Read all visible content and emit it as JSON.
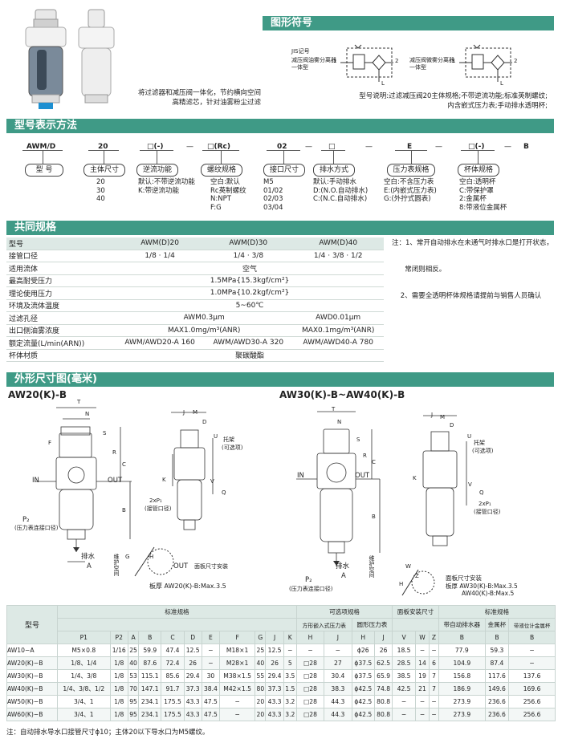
{
  "header": {
    "symbol_title": "图形符号",
    "jis_label": "JIS记号",
    "sym1_caption": "减压阀油雾分离器\n一体型",
    "sym2_caption": "减压阀微雾分离器\n一体型",
    "port1": "1",
    "port2": "2",
    "port_l": "L",
    "desc_lines": [
      "将过滤器和减压阀一体化，节约横向空间",
      "高精滤芯，针对油雾粉尘过滤"
    ],
    "model_note_lines": [
      "型号说明:过滤减压阀20主体规格;不带逆流功能;标准英制螺纹;",
      "内含嵌式压力表;手动排水透明杯;"
    ]
  },
  "model_code": {
    "title": "型号表示方法",
    "parts": [
      {
        "code": "AWM/D",
        "label": "型  号",
        "options": ""
      },
      {
        "code": "20",
        "label": "主体尺寸",
        "options": "20\n30\n40"
      },
      {
        "code": "□(-)",
        "label": "逆流功能",
        "options": "默认:不带逆流功能\nK:带逆流功能"
      },
      {
        "code": "□(Rc)",
        "label": "螺纹规格",
        "options": "空白:默认\nRc英制螺纹\nN:NPT\nF:G"
      },
      {
        "code": "02",
        "label": "接口尺寸",
        "options": "M5\n01/02\n02/03\n03/04"
      },
      {
        "code": "□",
        "label": "排水方式",
        "options": "默认:手动排水\nD:(N.O.自动排水)\nC:(N.C.自动排水)"
      },
      {
        "code": "E",
        "label": "压力表规格",
        "options": "空白:不含压力表\nE:(内嵌式压力表)\nG:(外拧式圆表)"
      },
      {
        "code": "□(-)",
        "label": "杯体规格",
        "options": "空白:透明杯\nC:带保护罩\n2:金属杯\n8:带液位金属杯"
      },
      {
        "code": "B",
        "label": "",
        "options": ""
      }
    ],
    "dash": "—"
  },
  "spec": {
    "title": "共同规格",
    "header": [
      "型号",
      "AWM(D)20",
      "AWM(D)30",
      "AWM(D)40"
    ],
    "rows": [
      {
        "label": "接管口径",
        "cells": [
          "1/8 · 1/4",
          "1/4 · 3/8",
          "1/4 · 3/8 · 1/2"
        ]
      },
      {
        "label": "适用流体",
        "span": "空气"
      },
      {
        "label": "最高耐受压力",
        "span": "1.5MPa{15.3kgf/cm²}"
      },
      {
        "label": "理论使用压力",
        "span": "1.0MPa{10.2kgf/cm²}"
      },
      {
        "label": "环境及流体温度",
        "span": "5~60℃"
      },
      {
        "label": "过滤孔径",
        "two": [
          "AWM0.3μm",
          "AWD0.01μm"
        ]
      },
      {
        "label": "出口侧油雾浓度",
        "two": [
          "MAX1.0mg/m³(ANR)",
          "MAX0.1mg/m³(ANR)"
        ]
      },
      {
        "label": "额定流量(L/min(ARN))",
        "cells": [
          "AWM/AWD20-A   160",
          "AWM/AWD30-A   320",
          "AWM/AWD40-A   780"
        ]
      },
      {
        "label": "杯体材质",
        "span": "聚碳酸酯"
      }
    ],
    "notes": [
      "注：1、常开自动排水在未通气时排水口是打开状态，",
      "      常闭则相反。",
      "    2、需要全透明杯体规格请提前与销售人员确认"
    ]
  },
  "drawing": {
    "title": "外形尺寸图(毫米)",
    "left_title": "AW20(K)-B",
    "right_title": "AW30(K)-B~AW40(K)-B",
    "labels": {
      "t": "T",
      "n": "N",
      "s": "S",
      "f": "F",
      "r": "R",
      "c": "C",
      "b": "B",
      "in": "IN",
      "out": "OUT",
      "p2": "P₂",
      "p2_desc": "(压力表连接口径)",
      "drain": "排水",
      "a": "A",
      "j": "J",
      "m": "M",
      "d": "D",
      "u": "U",
      "bracket": "托架",
      "bracket_opt": "(可选项)",
      "k": "K",
      "v": "V",
      "q": "Q",
      "p1": "2xP₁",
      "p1_desc": "(接管口径)",
      "h": "H",
      "g": "G",
      "service": "维护空间",
      "panel": "面板尺寸安装",
      "left_note": "板厚  AW20(K)-B:Max.3.5",
      "right_note": [
        "面板尺寸安装",
        "板厚  AW30(K)-B:Max.3.5",
        "AW40(K)-B:Max.5"
      ],
      "w": "W",
      "z": "Z"
    }
  },
  "dim_table": {
    "groups": [
      "型号",
      "标准规格",
      "可选项规格",
      "面板安装尺寸",
      "标准规格"
    ],
    "sub_groups": [
      "方形嵌入式压力表",
      "圆形压力表",
      "带自动排水器",
      "金属杯",
      "带液位计金属杯"
    ],
    "columns": [
      "P1",
      "P2",
      "A",
      "B",
      "C",
      "D",
      "E",
      "F",
      "G",
      "J",
      "K",
      "H",
      "J",
      "H",
      "J",
      "V",
      "W",
      "Z",
      "B",
      "B",
      "B"
    ],
    "rows": [
      [
        "AW10−A",
        "M5×0.8",
        "1/16",
        "25",
        "59.9",
        "47.4",
        "12.5",
        "−",
        "M18×1",
        "25",
        "12.5",
        "−",
        "−",
        "−",
        "ϕ26",
        "26",
        "18.5",
        "−",
        "−",
        "77.9",
        "59.3",
        "−"
      ],
      [
        "AW20(K)−B",
        "1/8、1/4",
        "1/8",
        "40",
        "87.6",
        "72.4",
        "26",
        "−",
        "M28×1",
        "40",
        "26",
        "5",
        "□28",
        "27",
        "ϕ37.5",
        "62.5",
        "28.5",
        "14",
        "6",
        "104.9",
        "87.4",
        "−"
      ],
      [
        "AW30(K)−B",
        "1/4、3/8",
        "1/8",
        "53",
        "115.1",
        "85.6",
        "29.4",
        "30",
        "M38×1.5",
        "55",
        "29.4",
        "3.5",
        "□28",
        "30.4",
        "ϕ37.5",
        "65.9",
        "38.5",
        "19",
        "7",
        "156.8",
        "117.6",
        "137.6"
      ],
      [
        "AW40(K)−B",
        "1/4、3/8、1/2",
        "1/8",
        "70",
        "147.1",
        "91.7",
        "37.3",
        "38.4",
        "M42×1.5",
        "80",
        "37.3",
        "1.5",
        "□28",
        "38.3",
        "ϕ42.5",
        "74.8",
        "42.5",
        "21",
        "7",
        "186.9",
        "149.6",
        "169.6"
      ],
      [
        "AW50(K)−B",
        "3/4、1",
        "1/8",
        "95",
        "234.1",
        "175.5",
        "43.3",
        "47.5",
        "−",
        "20",
        "43.3",
        "3.2",
        "□28",
        "44.3",
        "ϕ42.5",
        "80.8",
        "−",
        "−",
        "−",
        "273.9",
        "236.6",
        "256.6"
      ],
      [
        "AW60(K)−B",
        "3/4、1",
        "1/8",
        "95",
        "234.1",
        "175.5",
        "43.3",
        "47.5",
        "−",
        "20",
        "43.3",
        "3.2",
        "□28",
        "44.3",
        "ϕ42.5",
        "80.8",
        "−",
        "−",
        "−",
        "273.9",
        "236.6",
        "256.6"
      ]
    ],
    "footnote": "注：自动排水导水口接管尺寸ϕ10；主体20以下导水口为M5螺纹。"
  },
  "colors": {
    "band": "#3f9a86",
    "header_fill": "#dde9e5"
  }
}
